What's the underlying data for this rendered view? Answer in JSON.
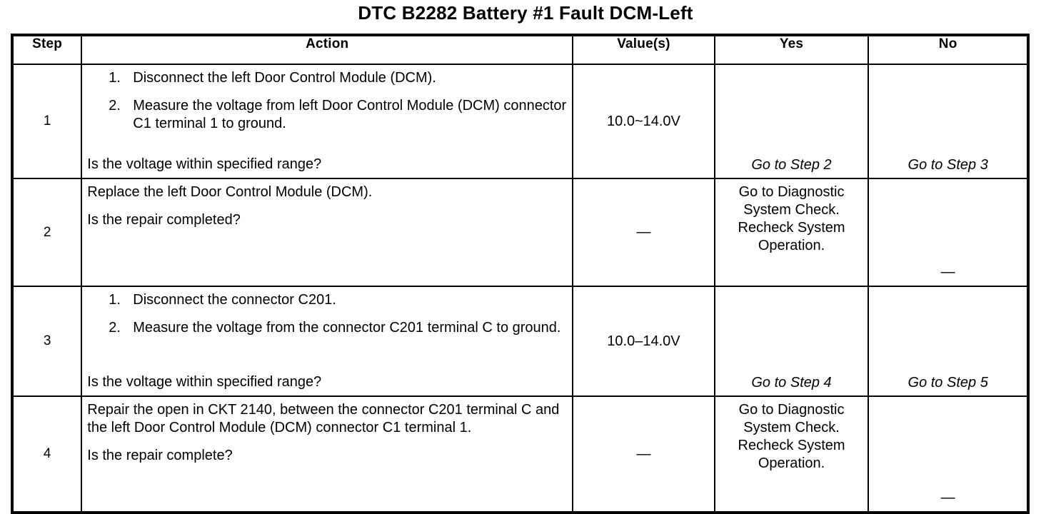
{
  "document": {
    "title": "DTC B2282 Battery #1 Fault DCM-Left"
  },
  "table": {
    "headers": {
      "step": "Step",
      "action": "Action",
      "values": "Value(s)",
      "yes": "Yes",
      "no": "No"
    },
    "rows": [
      {
        "step": "1",
        "action": {
          "numbered_items": [
            {
              "num": "1.",
              "text": "Disconnect the left Door Control Module (DCM)."
            },
            {
              "num": "2.",
              "text": "Measure the voltage from left Door Control Module (DCM) connector C1 terminal 1 to ground."
            }
          ],
          "question": "Is the voltage within specified range?"
        },
        "values": "10.0~14.0V",
        "yes": "Go to Step 2",
        "no": "Go to Step 3"
      },
      {
        "step": "2",
        "action": {
          "statement": "Replace the left Door Control Module (DCM).",
          "question": "Is the repair completed?"
        },
        "values": "—",
        "yes_lines": [
          "Go to Diagnostic",
          "System Check.",
          "Recheck System",
          "Operation."
        ],
        "no": "—"
      },
      {
        "step": "3",
        "action": {
          "numbered_items": [
            {
              "num": "1.",
              "text": "Disconnect the connector C201."
            },
            {
              "num": "2.",
              "text": "Measure the voltage from the connector C201 terminal C to ground."
            }
          ],
          "question": "Is the voltage within specified range?"
        },
        "values": "10.0–14.0V",
        "yes": "Go to Step 4",
        "no": "Go to Step 5"
      },
      {
        "step": "4",
        "action": {
          "statement": "Repair the open in CKT 2140, between the connector C201 terminal C and the left Door Control Module (DCM) connector C1 terminal 1.",
          "question": "Is the repair complete?"
        },
        "values": "—",
        "yes_lines": [
          "Go to Diagnostic",
          "System Check.",
          "Recheck System",
          "Operation."
        ],
        "no": "—"
      }
    ]
  },
  "colors": {
    "ink": "#000000",
    "paper": "#ffffff"
  }
}
